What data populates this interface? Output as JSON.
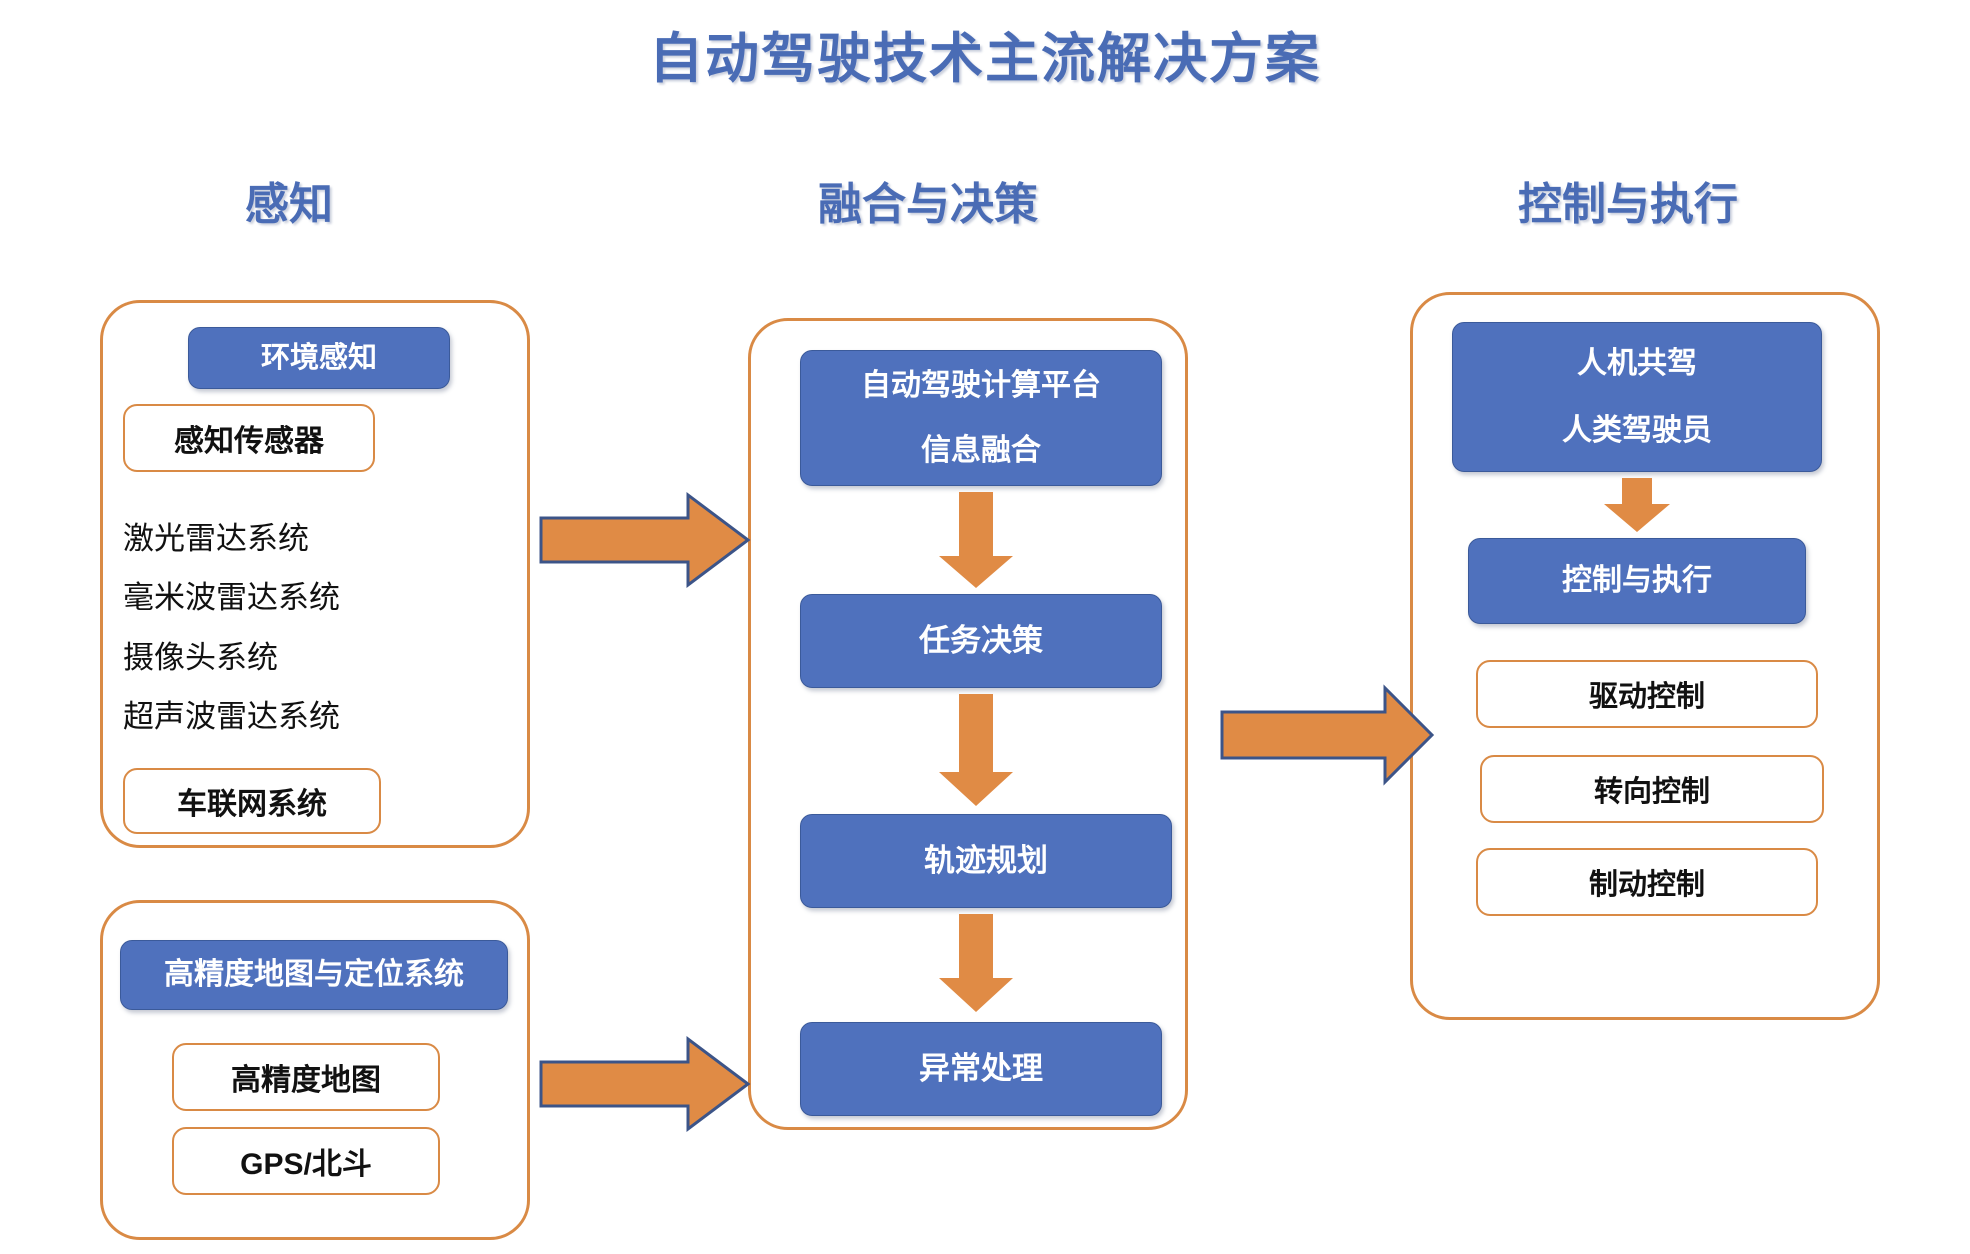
{
  "title": "自动驾驶技术主流解决方案",
  "columns": {
    "perception": {
      "header": "感知"
    },
    "fusion": {
      "header": "融合与决策"
    },
    "control": {
      "header": "控制与执行"
    }
  },
  "perception_group": {
    "env_perception": "环境感知",
    "sensors_box": "感知传感器",
    "sensor_list": [
      "激光雷达系统",
      "毫米波雷达系统",
      "摄像头系统",
      "超声波雷达系统"
    ],
    "iov_box": "车联网系统"
  },
  "localization_group": {
    "title_box": "高精度地图与定位系统",
    "items": [
      "高精度地图",
      "GPS/北斗"
    ]
  },
  "fusion_group": {
    "platform": {
      "line1": "自动驾驶计算平台",
      "line2": "信息融合"
    },
    "task_decision": "任务决策",
    "trajectory_planning": "轨迹规划",
    "exception_handling": "异常处理"
  },
  "control_group": {
    "human_machine": {
      "line1": "人机共驾",
      "line2": "人类驾驶员"
    },
    "control_execution": "控制与执行",
    "actuators": [
      "驱动控制",
      "转向控制",
      "制动控制"
    ]
  },
  "arrows": {
    "perception_to_fusion": "arrow-right-icon",
    "localization_to_fusion": "arrow-right-icon",
    "fusion_to_control": "arrow-right-icon",
    "platform_to_task": "arrow-down-icon",
    "task_to_trajectory": "arrow-down-icon",
    "trajectory_to_exception": "arrow-down-icon",
    "human_to_control": "arrow-down-icon"
  },
  "colors": {
    "accent_blue": "#4f71bd",
    "title_blue": "#4a6cb5",
    "outline_orange": "#d98a45",
    "arrow_orange": "#e08b45",
    "arrow_border": "#3c5488"
  }
}
